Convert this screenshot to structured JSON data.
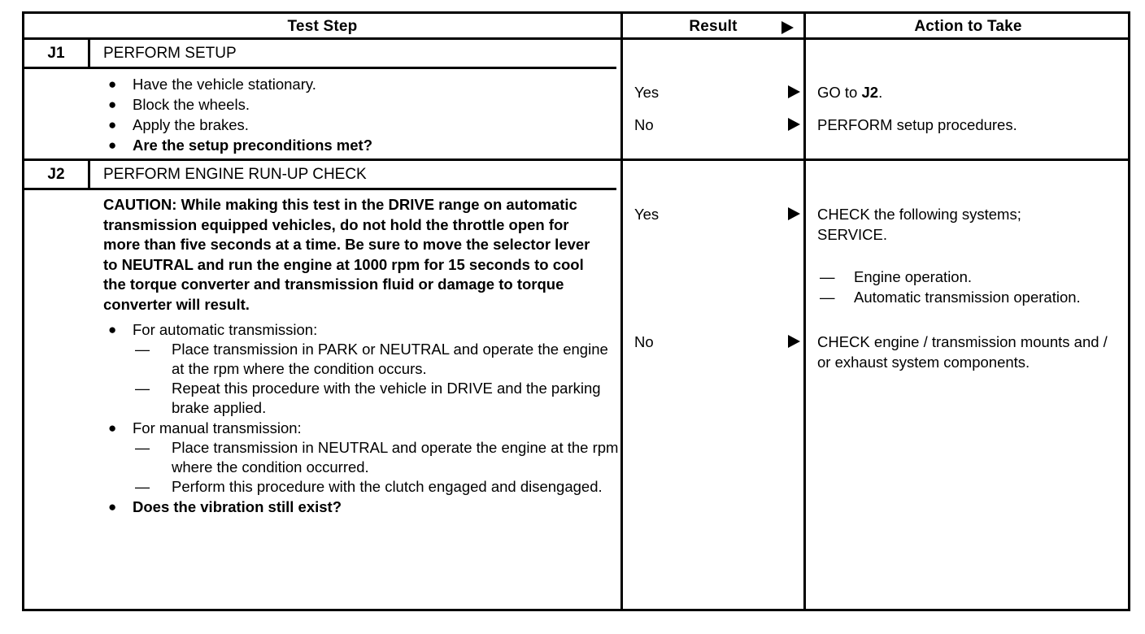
{
  "table": {
    "headers": {
      "test_step": "Test Step",
      "result": "Result",
      "action": "Action to Take",
      "result_arrow_icon": "right-triangle-icon"
    },
    "steps": [
      {
        "id": "J1",
        "title": "PERFORM SETUP",
        "bullets": [
          {
            "text": "Have the vehicle stationary.",
            "bold": false,
            "marker": "●"
          },
          {
            "text": "Block the wheels.",
            "bold": false,
            "marker": "●"
          },
          {
            "text": "Apply the brakes.",
            "bold": false,
            "marker": "●"
          },
          {
            "text": "Are the setup preconditions met?",
            "bold": true,
            "marker": "●"
          }
        ],
        "results": [
          {
            "label": "Yes",
            "arrow_icon": "right-triangle-icon"
          },
          {
            "label": "No",
            "arrow_icon": "right-triangle-icon"
          }
        ],
        "actions": [
          {
            "line1": "GO to ",
            "emph": "J2",
            "line1_tail": "."
          },
          {
            "line1": "PERFORM setup procedures.",
            "emph": "",
            "line1_tail": ""
          }
        ]
      },
      {
        "id": "J2",
        "title": "PERFORM ENGINE RUN-UP CHECK",
        "caution": "CAUTION: While making this test in the DRIVE range on automatic transmission equipped vehicles, do not hold the throttle open for more than five seconds at a time. Be sure to move the selector lever to NEUTRAL and run the engine at 1000 rpm for 15 seconds to cool the torque converter and transmission fluid or damage to torque converter will result.",
        "bullets": [
          {
            "text": "For automatic transmission:",
            "bold": false,
            "marker": "●"
          },
          {
            "text": "Place transmission in PARK or NEUTRAL and operate the engine at the rpm where the condition occurs.",
            "bold": false,
            "marker": "—",
            "sub": true
          },
          {
            "text": "Repeat this procedure with the vehicle in DRIVE and the parking brake applied.",
            "bold": false,
            "marker": "—",
            "sub": true
          },
          {
            "text": "For manual transmission:",
            "bold": false,
            "marker": "●"
          },
          {
            "text": "Place transmission in NEUTRAL and operate the engine at the rpm where the condition occurred.",
            "bold": false,
            "marker": "—",
            "sub": true
          },
          {
            "text": "Perform this procedure with the clutch engaged and disengaged.",
            "bold": false,
            "marker": "—",
            "sub": true
          },
          {
            "text": "Does the vibration still exist?",
            "bold": true,
            "marker": "●"
          }
        ],
        "results": [
          {
            "label": "Yes",
            "arrow_icon": "right-triangle-icon"
          },
          {
            "label": "No",
            "arrow_icon": "right-triangle-icon"
          }
        ],
        "action_yes": {
          "line1": "CHECK the following systems;",
          "line2": "SERVICE.",
          "dashes": [
            {
              "marker": "—",
              "text": "Engine operation."
            },
            {
              "marker": "—",
              "text": "Automatic transmission operation."
            }
          ]
        },
        "action_no": {
          "text": "CHECK engine / transmission mounts and / or exhaust system components."
        }
      }
    ]
  },
  "colors": {
    "ink": "#000000",
    "paper": "#ffffff"
  }
}
